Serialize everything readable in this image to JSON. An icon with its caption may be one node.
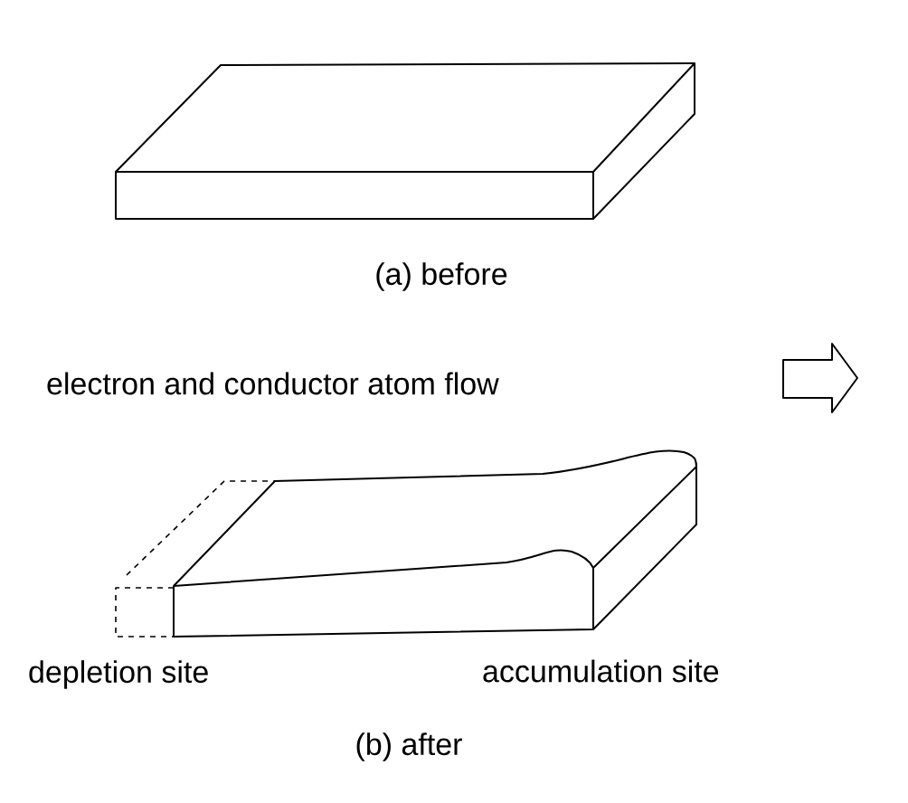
{
  "diagram": {
    "labels": [
      "(a)  before",
      "electron and conductor atom flow",
      "depletion site",
      "accumulation site",
      "(b) after"
    ]
  }
}
